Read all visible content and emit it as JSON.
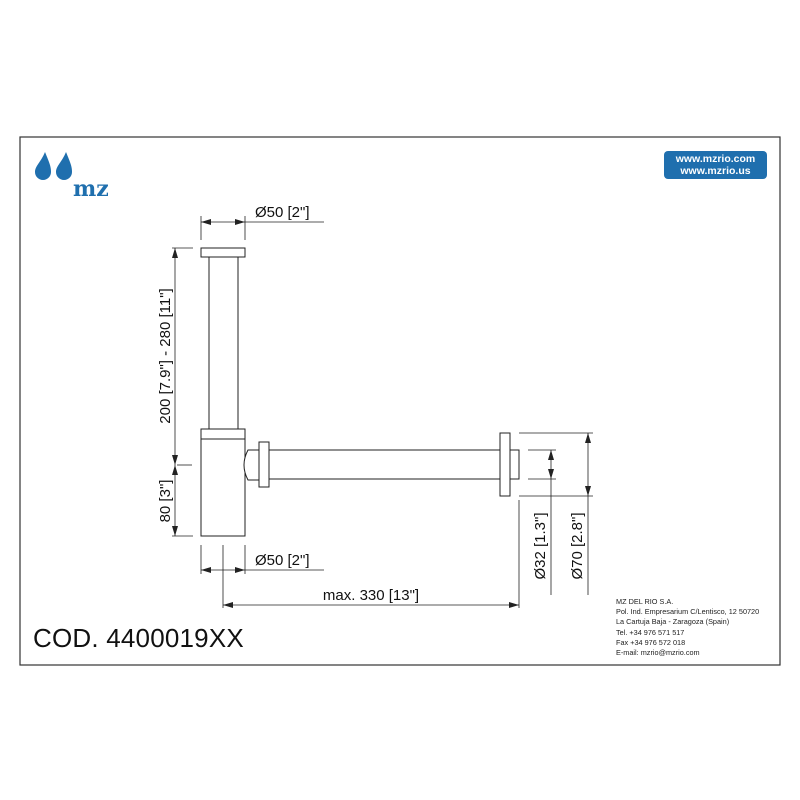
{
  "brand": {
    "logo_text": "mz",
    "color": "#1f6fae"
  },
  "websites": [
    "www.mzrio.com",
    "www.mzrio.us"
  ],
  "product_code": "COD. 4400019XX",
  "company": {
    "name": "MZ DEL RIO S.A.",
    "address1": "Pol. Ind. Empresarium C/Lentisco, 12  50720",
    "address2": "La Cartuja Baja - Zaragoza (Spain)",
    "tel": "Tel. +34 976 571 517",
    "fax": "Fax +34 976 572 018",
    "email": "E-mail: mzrio@mzrio.com"
  },
  "dimensions": {
    "top_diameter": "Ø50 [2\"]",
    "bottom_diameter": "Ø50 [2\"]",
    "height_range": "200 [7.9\"] - 280 [11\"]",
    "trap_height": "80 [3\"]",
    "max_length": "max. 330 [13\"]",
    "pipe_diameter": "Ø32 [1.3\"]",
    "flange_diameter": "Ø70 [2.8\"]"
  }
}
